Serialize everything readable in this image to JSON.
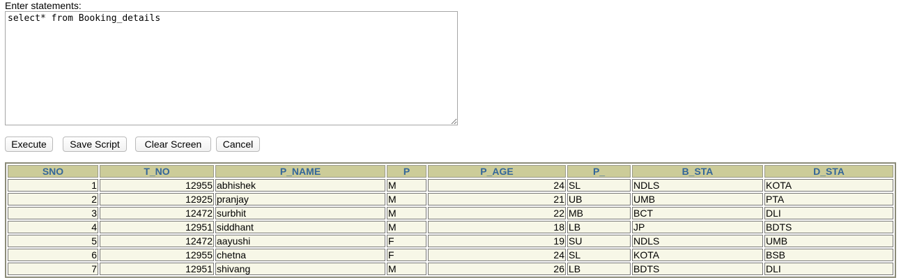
{
  "prompt_label": "Enter statements:",
  "editor": {
    "value": "select* from Booking_details"
  },
  "buttons": {
    "execute": "Execute",
    "save_script": "Save Script",
    "clear_screen": "Clear Screen",
    "cancel": "Cancel"
  },
  "results": {
    "columns": [
      "SNO",
      "T_NO",
      "P_NAME",
      "P",
      "P_AGE",
      "P_",
      "B_STA",
      "D_STA"
    ],
    "rows": [
      [
        "1",
        "12955",
        "abhishek",
        "M",
        "24",
        "SL",
        "NDLS",
        "KOTA"
      ],
      [
        "2",
        "12925",
        "pranjay",
        "M",
        "21",
        "UB",
        "UMB",
        "PTA"
      ],
      [
        "3",
        "12472",
        "surbhit",
        "M",
        "22",
        "MB",
        "BCT",
        "DLI"
      ],
      [
        "4",
        "12951",
        "siddhant",
        "M",
        "18",
        "LB",
        "JP",
        "BDTS"
      ],
      [
        "5",
        "12472",
        "aayushi",
        "F",
        "19",
        "SU",
        "NDLS",
        "UMB"
      ],
      [
        "6",
        "12955",
        "chetna",
        "F",
        "24",
        "SL",
        "KOTA",
        "BSB"
      ],
      [
        "7",
        "12951",
        "shivang",
        "M",
        "26",
        "LB",
        "BDTS",
        "DLI"
      ]
    ]
  },
  "colors": {
    "header_bg": "#cccc99",
    "header_text": "#336699",
    "cell_bg": "#f7f7e7"
  }
}
